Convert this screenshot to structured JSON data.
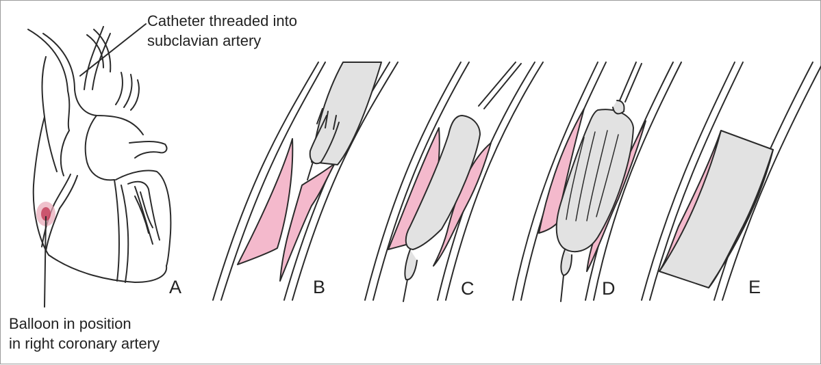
{
  "callouts": {
    "top": [
      "Catheter threaded into",
      "subclavian artery"
    ],
    "bottom": [
      "Balloon in position",
      "in right coronary artery"
    ]
  },
  "panels": [
    "A",
    "B",
    "C",
    "D",
    "E"
  ],
  "colors": {
    "plaque": "#f4b9cc",
    "balloon": "#e2e2e2",
    "line": "#2a2a2a",
    "highlight": "#d23a5a"
  }
}
